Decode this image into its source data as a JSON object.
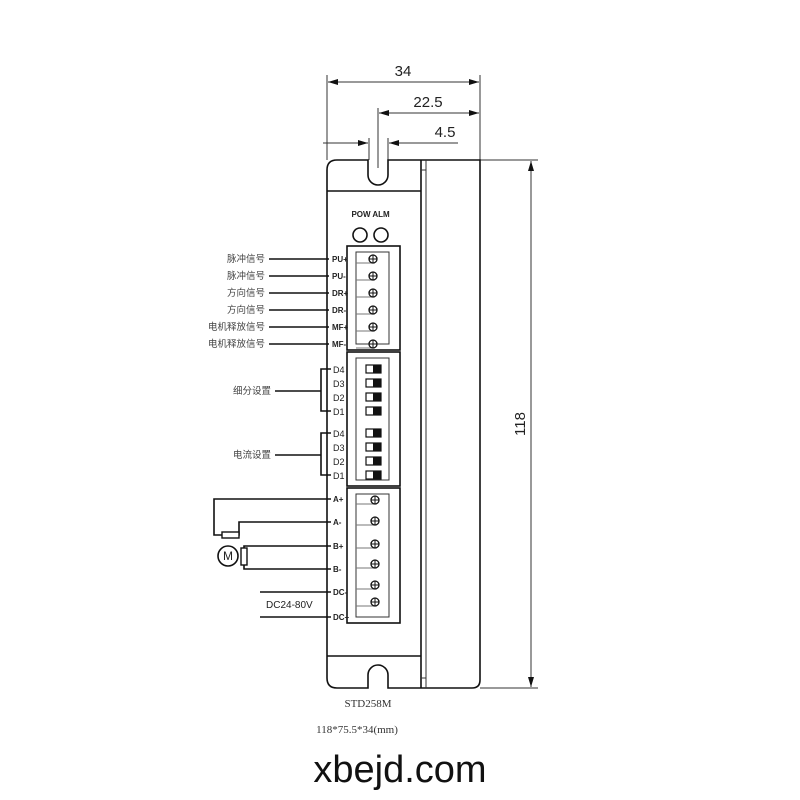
{
  "dimensions": {
    "width": "34",
    "slot_offset": "22.5",
    "slot_width": "4.5",
    "height": "118"
  },
  "indicators": [
    {
      "label": "POW"
    },
    {
      "label": "ALM"
    }
  ],
  "signal_terminals": [
    {
      "pin": "PU+",
      "desc": "脉冲信号"
    },
    {
      "pin": "PU-",
      "desc": "脉冲信号"
    },
    {
      "pin": "DR+",
      "desc": "方向信号"
    },
    {
      "pin": "DR-",
      "desc": "方向信号"
    },
    {
      "pin": "MF+",
      "desc": "电机释放信号"
    },
    {
      "pin": "MF-",
      "desc": "电机释放信号"
    }
  ],
  "dip_groups": [
    {
      "label": "细分设置",
      "switches": [
        "D4",
        "D3",
        "D2",
        "D1"
      ]
    },
    {
      "label": "电流设置",
      "switches": [
        "D4",
        "D3",
        "D2",
        "D1"
      ]
    }
  ],
  "power_terminals": [
    "A+",
    "A-",
    "B+",
    "B-",
    "DC-",
    "DC+"
  ],
  "motor_label": "M",
  "supply_label": "DC24-80V",
  "model": "STD258M",
  "size": "118*75.5*34(mm)",
  "watermark": "xbejd.com"
}
